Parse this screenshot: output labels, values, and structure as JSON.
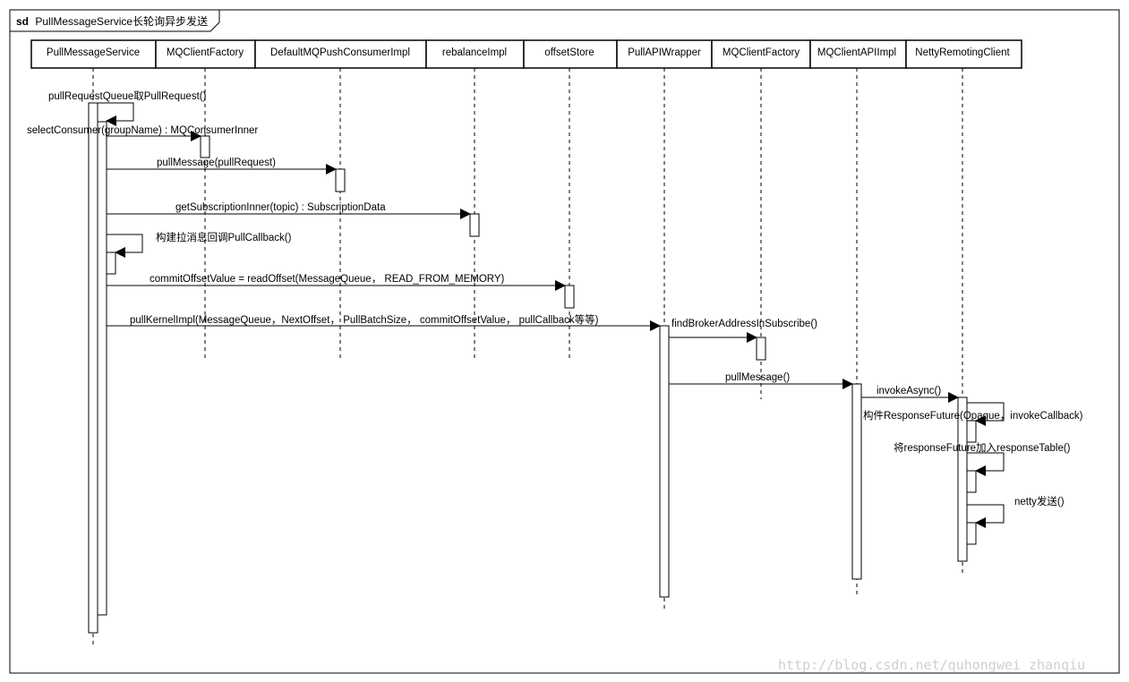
{
  "frame": {
    "keyword": "sd",
    "title": "PullMessageService长轮询异步发送"
  },
  "lifelines": [
    "PullMessageService",
    "MQClientFactory",
    "DefaultMQPushConsumerImpl",
    "rebalanceImpl",
    "offsetStore",
    "PullAPIWrapper",
    "MQClientFactory",
    "MQClientAPIImpl",
    "NettyRemotingClient"
  ],
  "messages": [
    "pullRequestQueue取PullRequest()",
    "selectConsumer(groupName) : MQConsumerInner",
    "pullMessage(pullRequest)",
    "getSubscriptionInner(topic) : SubscriptionData",
    "构建拉消息回调PullCallback()",
    "commitOffsetValue = readOffset(MessageQueue， READ_FROM_MEMORY)",
    "pullKernelImpl(MessageQueue，NextOffset， PullBatchSize， commitOffsetValue， pullCallback等等)",
    "findBrokerAddressInSubscribe()",
    "pullMessage()",
    "invokeAsync()",
    "构件ResponseFuture(Opaque，invokeCallback)",
    "将responseFuture加入responseTable()",
    "netty发送()"
  ],
  "watermark": "http://blog.csdn.net/quhongwei_zhanqiu"
}
